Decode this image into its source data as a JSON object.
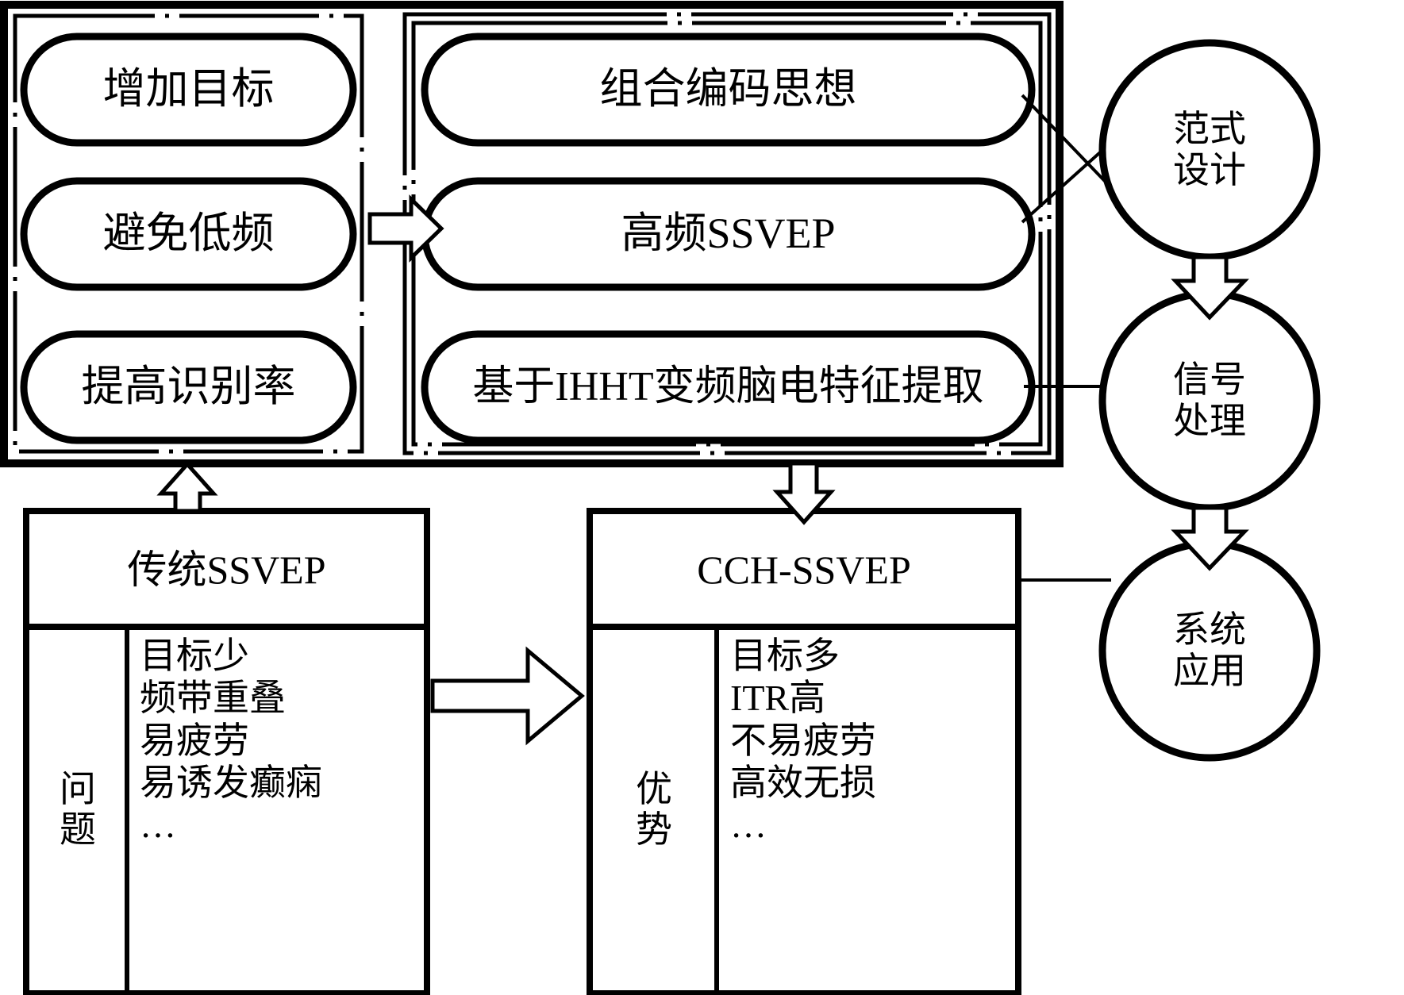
{
  "diagram": {
    "title_hidden": "",
    "colors": {
      "stroke": "#000000",
      "fill": "#ffffff"
    },
    "left_panel": {
      "name": "goals-panel",
      "pills": [
        {
          "id": "increase-targets",
          "label": "增加目标"
        },
        {
          "id": "avoid-low-freq",
          "label": "避免低频"
        },
        {
          "id": "improve-accuracy",
          "label": "提高识别率"
        }
      ]
    },
    "right_panel": {
      "name": "methods-panel",
      "pills": [
        {
          "id": "combination-coding",
          "label": "组合编码思想"
        },
        {
          "id": "high-frequency-ssvep",
          "label": "高频SSVEP"
        },
        {
          "id": "ihht-feature-extraction",
          "label": "基于IHHT变频脑电特征提取"
        }
      ]
    },
    "circles": [
      {
        "id": "paradigm-design",
        "line1": "范式",
        "line2": "设计"
      },
      {
        "id": "signal-processing",
        "line1": "信号",
        "line2": "处理"
      },
      {
        "id": "system-application",
        "line1": "系统",
        "line2": "应用"
      }
    ],
    "bottom_left": {
      "id": "traditional-ssvep",
      "header": "传统SSVEP",
      "side_label_line1": "问",
      "side_label_line2": "题",
      "items": [
        "目标少",
        "频带重叠",
        "易疲劳",
        "易诱发癫痫",
        "…"
      ]
    },
    "bottom_right": {
      "id": "cch-ssvep",
      "header": "CCH-SSVEP",
      "side_label_line1": "优",
      "side_label_line2": "势",
      "items": [
        "目标多",
        "ITR高",
        "不易疲劳",
        "高效无损",
        "…"
      ]
    },
    "arrows": [
      {
        "id": "goals-to-methods",
        "direction": "right"
      },
      {
        "id": "traditional-to-frame",
        "direction": "up"
      },
      {
        "id": "frame-to-cch",
        "direction": "down"
      },
      {
        "id": "traditional-to-cch",
        "direction": "right"
      },
      {
        "id": "paradigm-to-signal",
        "direction": "down"
      },
      {
        "id": "signal-to-system",
        "direction": "down"
      }
    ]
  }
}
